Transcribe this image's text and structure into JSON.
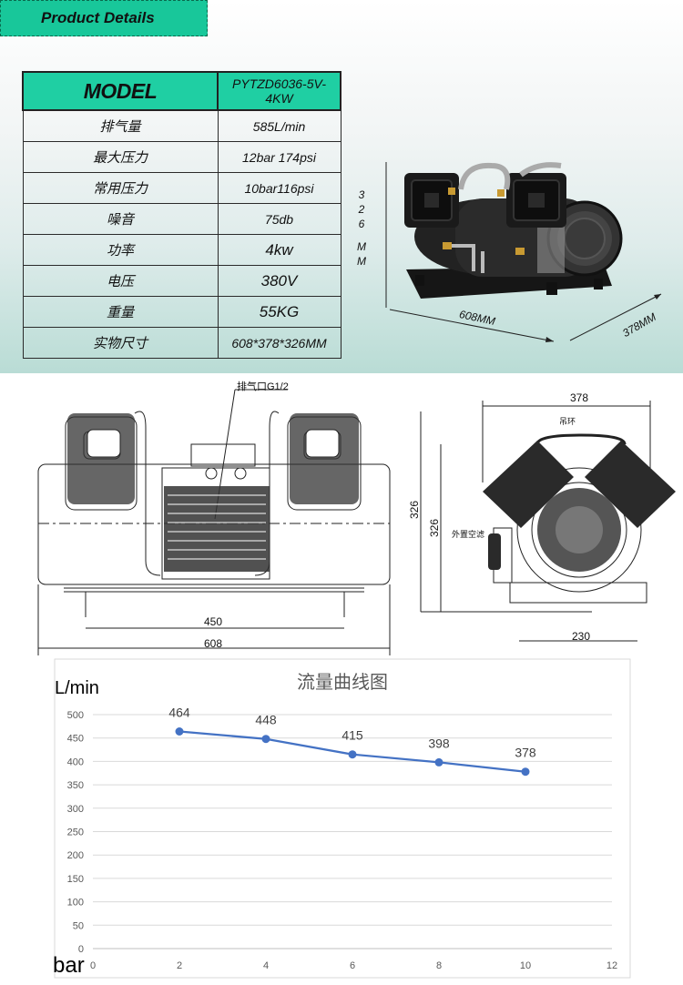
{
  "header": {
    "tab_label": "Product Details"
  },
  "spec_table": {
    "model_label": "MODEL",
    "model_value": "PYTZD6036-5V-4KW",
    "rows": [
      {
        "label": "排气量",
        "value": "585L/min"
      },
      {
        "label": "最大压力",
        "value": "12bar 174psi"
      },
      {
        "label": "常用压力",
        "value": "10bar116psi"
      },
      {
        "label": "噪音",
        "value": "75db"
      },
      {
        "label": "功率",
        "value": "4kw"
      },
      {
        "label": "电压",
        "value": "380V"
      },
      {
        "label": "重量",
        "value": "55KG"
      },
      {
        "label": "实物尺寸",
        "value": "608*378*326MM"
      }
    ]
  },
  "product_dims": {
    "height": "326",
    "height_unit": "MM",
    "length": "608MM",
    "width": "378MM"
  },
  "front_drawing": {
    "outlet_label": "排气口G1/2",
    "dim_mount": "450",
    "dim_length": "608"
  },
  "side_drawing": {
    "dim_width": "378",
    "dim_height_outer": "326",
    "dim_height_inner": "326",
    "handle_label": "吊环",
    "filter_label": "外置空滤",
    "dim_mount": "230"
  },
  "chart_data": {
    "type": "line",
    "title": "流量曲线图",
    "ylabel": "L/min",
    "xlabel": "bar",
    "x": [
      2,
      4,
      6,
      8,
      10
    ],
    "series": [
      {
        "values": [
          464,
          448,
          415,
          398,
          378
        ]
      }
    ],
    "xlim": [
      0,
      12
    ],
    "ylim": [
      0,
      500
    ],
    "xticks": [
      "0",
      "2",
      "4",
      "6",
      "8",
      "10",
      "12"
    ],
    "yticks": [
      "0",
      "50",
      "100",
      "150",
      "200",
      "250",
      "300",
      "350",
      "400",
      "450",
      "500"
    ],
    "data_labels": [
      "464",
      "448",
      "415",
      "398",
      "378"
    ],
    "line_color": "#4472c4",
    "grid": true,
    "legend": "none"
  }
}
